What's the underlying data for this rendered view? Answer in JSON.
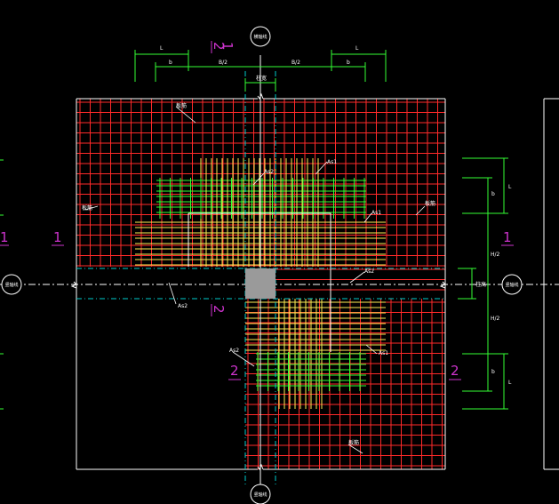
{
  "drawing": {
    "colors": {
      "background": "#000000",
      "slab_bar": "#ff2a2a",
      "top_bar": "#33ff33",
      "extra_bar": "#ffee55",
      "axis_line": "#00cccc",
      "dimension": "#33ff33",
      "section_mark": "#cc33cc",
      "column": "#9a9a9a",
      "outline": "#ffffff"
    },
    "axis_bubbles": {
      "top": "横轴线",
      "bottom": "竖轴线",
      "left": "竖轴线",
      "right": "竖轴线"
    },
    "top_dimensions": {
      "L_left": "L",
      "L_right": "L",
      "b_left": "b",
      "b_right": "b",
      "half_left": "B/2",
      "half_right": "B/2",
      "column_width": "柱宽"
    },
    "right_dimensions": {
      "L_top": "L",
      "L_bottom": "L",
      "b_top": "b",
      "b_bottom": "b",
      "half_top": "H/2",
      "half_bottom": "H/2",
      "column_height": "柱高"
    },
    "section_marks": {
      "one_left": "1",
      "one_right": "1",
      "one_top": "1",
      "two_left": "2",
      "two_right": "2",
      "two_top": "2",
      "two_mid": "2",
      "one_mid": "1"
    },
    "bar_labels": {
      "slab_top_left": "板筋",
      "slab_left": "板筋",
      "slab_right": "板筋",
      "slab_bottom": "板筋",
      "as1_top": "As1",
      "as1_right": "As1",
      "as1_bottom": "As1",
      "as2_top": "As2",
      "as2_left": "As2",
      "as2_right": "As2",
      "as2_bottom": "As2"
    }
  }
}
